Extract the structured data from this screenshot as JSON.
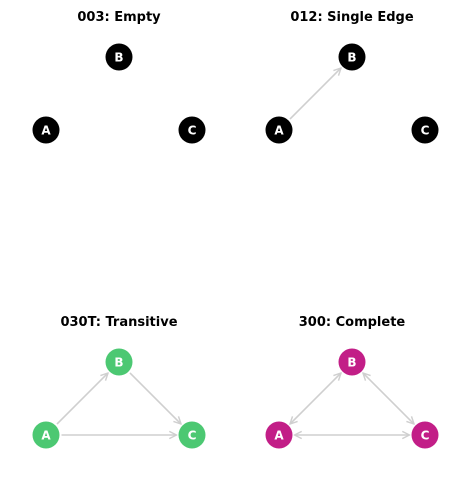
{
  "panels": [
    {
      "title": "003: Empty",
      "node_color": "#000000",
      "nodes": [
        "A",
        "B",
        "C"
      ],
      "edges": []
    },
    {
      "title": "012: Single Edge",
      "node_color": "#000000",
      "nodes": [
        "A",
        "B",
        "C"
      ],
      "edges": [
        {
          "from": "A",
          "to": "B",
          "directed": "forward"
        }
      ]
    },
    {
      "title": "030T: Transitive",
      "node_color": "#4cc872",
      "nodes": [
        "A",
        "B",
        "C"
      ],
      "edges": [
        {
          "from": "A",
          "to": "B",
          "directed": "forward"
        },
        {
          "from": "B",
          "to": "C",
          "directed": "forward"
        },
        {
          "from": "A",
          "to": "C",
          "directed": "forward"
        }
      ]
    },
    {
      "title": "300: Complete",
      "node_color": "#c21e87",
      "nodes": [
        "A",
        "B",
        "C"
      ],
      "edges": [
        {
          "from": "A",
          "to": "B",
          "directed": "both"
        },
        {
          "from": "B",
          "to": "C",
          "directed": "both"
        },
        {
          "from": "A",
          "to": "C",
          "directed": "both"
        }
      ]
    }
  ],
  "edge_color": "#cfcfcf"
}
